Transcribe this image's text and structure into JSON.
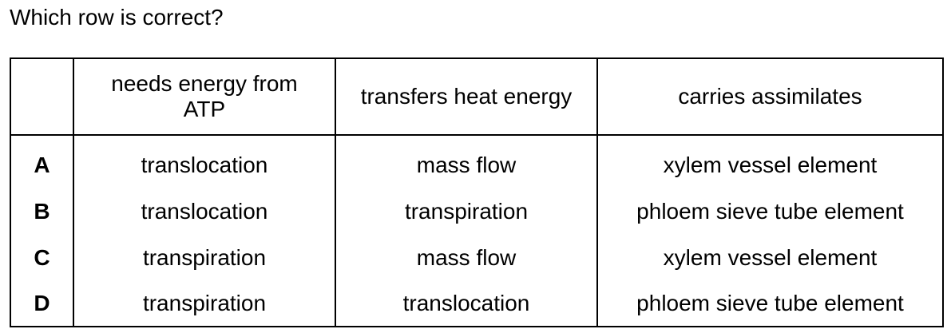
{
  "question": "Which row is correct?",
  "table": {
    "headers": [
      "",
      "needs energy from ATP",
      "transfers heat energy",
      "carries assimilates"
    ],
    "rows": [
      [
        "A",
        "translocation",
        "mass flow",
        "xylem vessel element"
      ],
      [
        "B",
        "translocation",
        "transpiration",
        "phloem sieve tube element"
      ],
      [
        "C",
        "transpiration",
        "mass flow",
        "xylem vessel element"
      ],
      [
        "D",
        "transpiration",
        "translocation",
        "phloem sieve tube element"
      ]
    ]
  }
}
